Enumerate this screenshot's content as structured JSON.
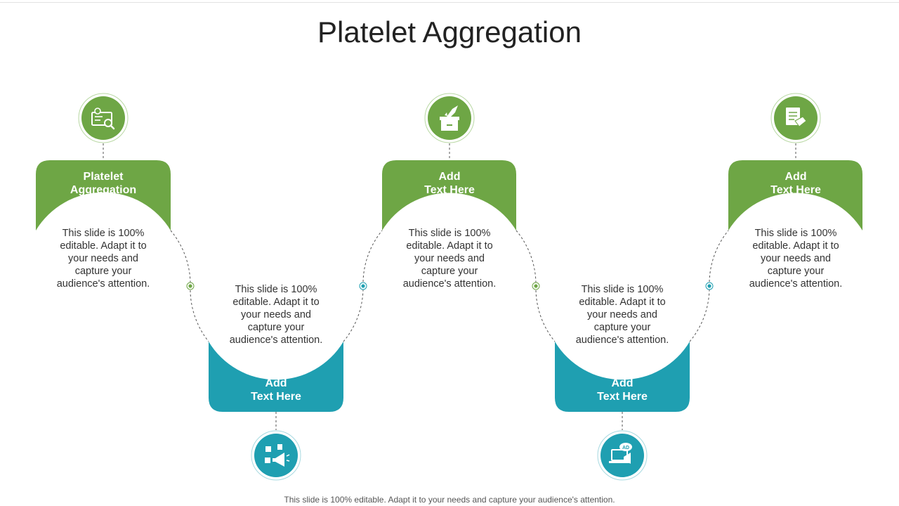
{
  "title": "Platelet Aggregation",
  "footer": "This slide is 100% editable. Adapt it to your needs and capture your audience's attention.",
  "colors": {
    "green": "#6ea645",
    "teal": "#1f9fb1",
    "connector": "#555555"
  },
  "steps": [
    {
      "label": "Platelet\nAggregation",
      "text": "This slide is 100% editable. Adapt it to your needs and capture your audience's attention.",
      "icon": "check-magnifier-icon",
      "color": "green"
    },
    {
      "label": "Add\nText Here",
      "text": "This slide is 100% editable. Adapt it to your needs and capture your audience's attention.",
      "icon": "megaphone-media-icon",
      "color": "teal"
    },
    {
      "label": "Add\nText Here",
      "text": "This slide is 100% editable. Adapt it to your needs and capture your audience's attention.",
      "icon": "rocket-box-icon",
      "color": "green"
    },
    {
      "label": "Add\nText Here",
      "text": "This slide is 100% editable. Adapt it to your needs and capture your audience's attention.",
      "icon": "ad-laptop-icon",
      "color": "teal"
    },
    {
      "label": "Add\nText Here",
      "text": "This slide is 100% editable. Adapt it to your needs and capture your audience's attention.",
      "icon": "document-hand-icon",
      "color": "green"
    }
  ]
}
